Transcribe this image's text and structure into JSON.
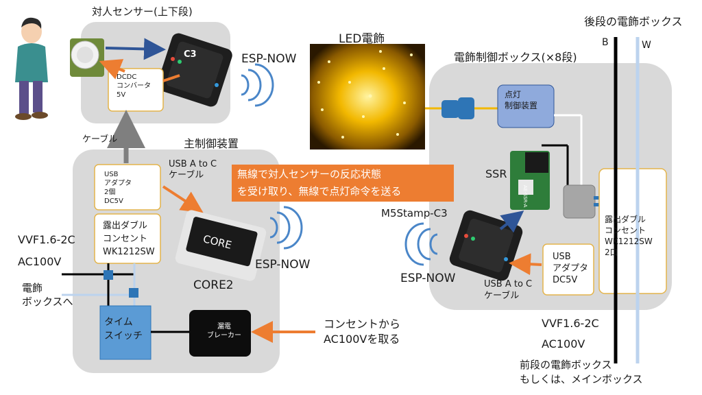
{
  "sensor_unit": {
    "title": "対人センサー(上下段)",
    "dcdc": "DCDC\nコンバータ\n5V",
    "chip_label": "C3"
  },
  "cable_label": "ケーブル",
  "main_controller": {
    "title": "主制御装置",
    "usb_adapter": "USB\nアダプタ\n2個\nDC5V",
    "usb_cable": "USB A to C\nケーブル",
    "outlet": "露出ダブル\nコンセント\nWK1212SW",
    "core_screen": "CORE",
    "core_label": "CORE2",
    "time_switch": "タイム\nスイッチ",
    "breaker": "漏電\nブレーカー"
  },
  "callout": "無線で対人センサーの反応状態\nを受け取り、無線で点灯命令を送る",
  "espnow_labels": [
    "ESP-NOW",
    "ESP-NOW",
    "ESP-NOW"
  ],
  "led_label": "LED電飾",
  "left_wiring": {
    "cable_type": "VVF1.6-2C",
    "voltage": "AC100V",
    "to_box": "電飾\nボックスへ"
  },
  "outlet_source": "コンセントから\nAC100Vを取る",
  "control_box": {
    "title": "電飾制御ボックス(×8段)",
    "lighting_controller": "点灯\n制御装置",
    "ssr": "SSR",
    "ssr_board": "AE-SSR-A",
    "m5stamp": "M5Stamp-C3",
    "usb_adapter": "USB\nアダプタ\nDC5V",
    "usb_cable": "USB A to C\nケーブル",
    "outlet": "露出ダブル\nコンセント\nWK1212SW\n2口"
  },
  "rear_box": "後段の電飾ボックス",
  "wire_b": "B",
  "wire_w": "W",
  "right_wiring": {
    "cable_type": "VVF1.6-2C",
    "voltage": "AC100V",
    "front_box": "前段の電飾ボックス\nもしくは、メインボックス"
  },
  "colors": {
    "panel": "#d9d9d9",
    "arrow_orange": "#ed7d31",
    "arrow_blue": "#2f5597",
    "arrow_gray": "#7f7f7f",
    "wifi": "#4a86c8",
    "led_yellow": "#f2b800",
    "callout": "#ed7d31",
    "time_switch": "#5b9bd5",
    "lighting_ctrl": "#8faadc"
  }
}
